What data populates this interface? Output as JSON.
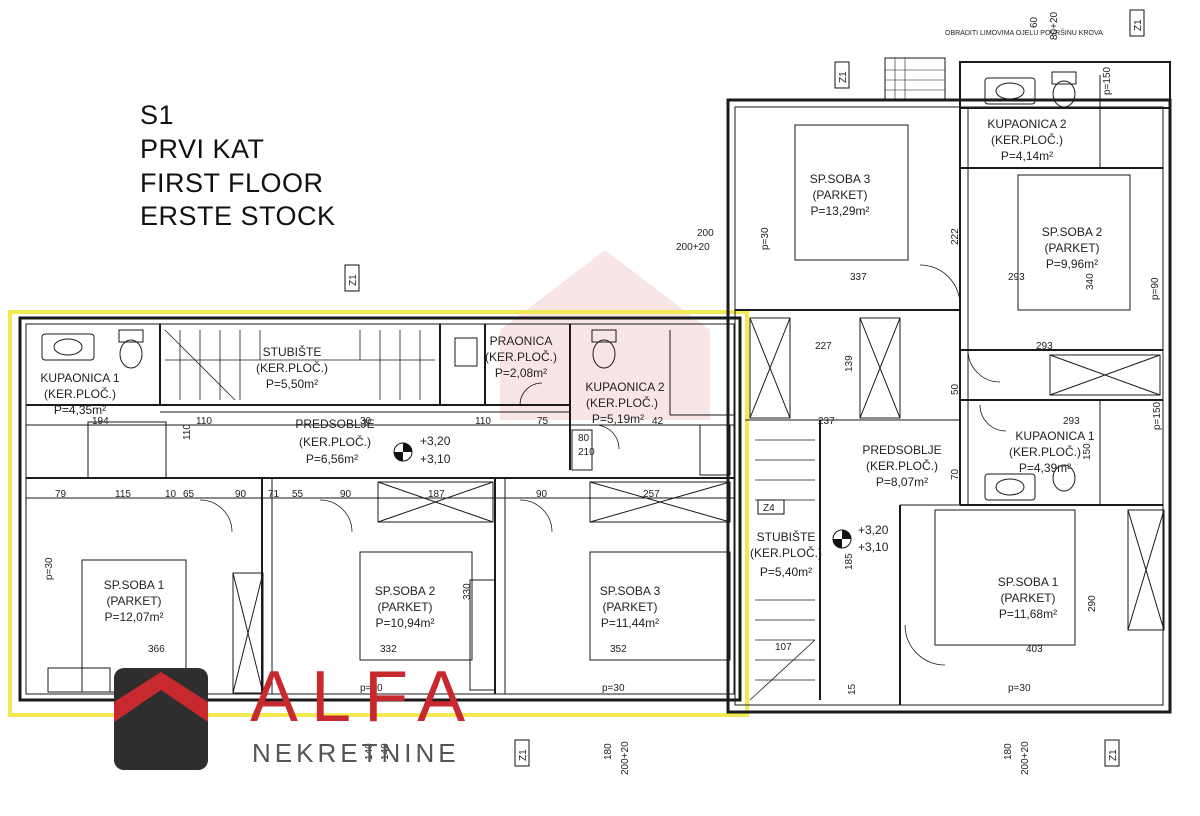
{
  "title": {
    "code": "S1",
    "line_hr": "PRVI KAT",
    "line_en": "FIRST FLOOR",
    "line_de": "ERSTE STOCK"
  },
  "note": "OBRADITI LIMOVIMA OJELU POVRŠINU KROVA",
  "left_unit": {
    "kupaonica1": {
      "name": "KUPAONICA 1",
      "finish": "(KER.PLOČ.)",
      "area": "P=4,35m²"
    },
    "stubiste": {
      "name": "STUBIŠTE",
      "finish": "(KER.PLOČ.)",
      "area": "P=5,50m²"
    },
    "praonica": {
      "name": "PRAONICA",
      "finish": "(KER.PLOČ.)",
      "area": "P=2,08m²"
    },
    "kupaonica2": {
      "name": "KUPAONICA 2",
      "finish": "(KER.PLOČ.)",
      "area": "P=5,19m²"
    },
    "predsoblje": {
      "name": "PREDSOBLJE",
      "finish": "(KER.PLOČ.)",
      "area": "P=6,56m²"
    },
    "soba1": {
      "name": "SP.SOBA 1",
      "finish": "(PARKET)",
      "area": "P=12,07m²"
    },
    "soba2": {
      "name": "SP.SOBA 2",
      "finish": "(PARKET)",
      "area": "P=10,94m²"
    },
    "soba3": {
      "name": "SP.SOBA 3",
      "finish": "(PARKET)",
      "area": "P=11,44m²"
    }
  },
  "right_unit": {
    "kupaonica2": {
      "name": "KUPAONICA 2",
      "finish": "(KER.PLOČ.)",
      "area": "P=4,14m²"
    },
    "soba3": {
      "name": "SP.SOBA 3",
      "finish": "(PARKET)",
      "area": "P=13,29m²"
    },
    "soba2": {
      "name": "SP.SOBA 2",
      "finish": "(PARKET)",
      "area": "P=9,96m²"
    },
    "predsoblje": {
      "name": "PREDSOBLJE",
      "finish": "(KER.PLOČ.)",
      "area": "P=8,07m²"
    },
    "kupaonica1": {
      "name": "KUPAONICA 1",
      "finish": "(KER.PLOČ.)",
      "area": "P=4,39m²"
    },
    "stubiste": {
      "name": "STUBIŠTE",
      "finish": "(KER.PLOČ.)",
      "area": "P=5,40m²"
    },
    "soba1": {
      "name": "SP.SOBA 1",
      "finish": "(PARKET)",
      "area": "P=11,68m²"
    }
  },
  "levels": {
    "top": "+3,20",
    "bottom": "+3,10"
  },
  "labels": {
    "z1": "Z1",
    "z4": "Z4",
    "p30": "p=30",
    "p90": "p=90",
    "p150": "p=150",
    "d200": "200",
    "d200_20": "200+20",
    "d180": "180",
    "d60": "60",
    "d80_20": "80+20",
    "d140": "140",
    "d79": "79",
    "d115": "115",
    "d10": "10",
    "d65": "65",
    "d90": "90",
    "d71": "71",
    "d55": "55",
    "d187": "187",
    "d257": "257",
    "d110": "110",
    "d30": "30",
    "d75": "75",
    "d80": "80",
    "d210": "210",
    "d194": "194",
    "d42": "42",
    "d366": "366",
    "d332": "332",
    "d352": "352",
    "d330": "330",
    "d337": "337",
    "d293": "293",
    "d227": "227",
    "d237": "237",
    "d139": "139",
    "d222": "222",
    "d340": "340",
    "d185": "185",
    "d403": "403",
    "d290": "290",
    "d107": "107",
    "d150": "150",
    "d70": "70",
    "d50": "50",
    "d15": "15"
  },
  "brand": {
    "name": "ALFA",
    "sub": "NEKRETNINE"
  },
  "colors": {
    "highlight": "#f2ea53",
    "brand_red": "#c8292e",
    "line": "#1a1a1a"
  }
}
